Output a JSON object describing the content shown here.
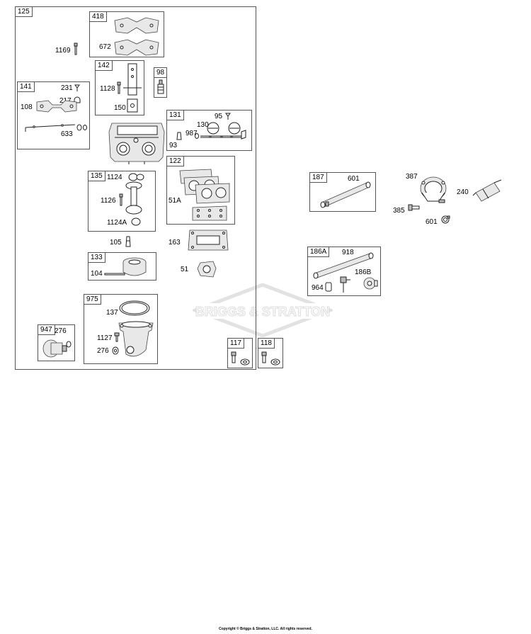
{
  "watermark": {
    "text": "BRIGGS & STRATTON"
  },
  "footer": {
    "copyright": "Copyright © Briggs & Stratton, LLC. All rights reserved."
  },
  "groups": {
    "g125": "125",
    "g418": "418",
    "g142": "142",
    "g98": "98",
    "g141": "141",
    "g131": "131",
    "g122": "122",
    "g135": "135",
    "g133": "133",
    "g975": "975",
    "g947": "947",
    "g117": "117",
    "g118": "118",
    "g187": "187",
    "g186A": "186A"
  },
  "labels": {
    "p1169": "1169",
    "p672": "672",
    "p1128": "1128",
    "p150": "150",
    "p231": "231",
    "p217": "217",
    "p108": "108",
    "p633": "633",
    "p95": "95",
    "p130": "130",
    "p987": "987",
    "p93": "93",
    "p1124": "1124",
    "p1126": "1126",
    "p1124A": "1124A",
    "p51A": "51A",
    "p163": "163",
    "p51": "51",
    "p105": "105",
    "p104": "104",
    "p137": "137",
    "p1127": "1127",
    "p276a": "276",
    "p276b": "276",
    "p601a": "601",
    "p387": "387",
    "p240": "240",
    "p385": "385",
    "p601b": "601",
    "p918": "918",
    "p186B": "186B",
    "p964": "964"
  }
}
